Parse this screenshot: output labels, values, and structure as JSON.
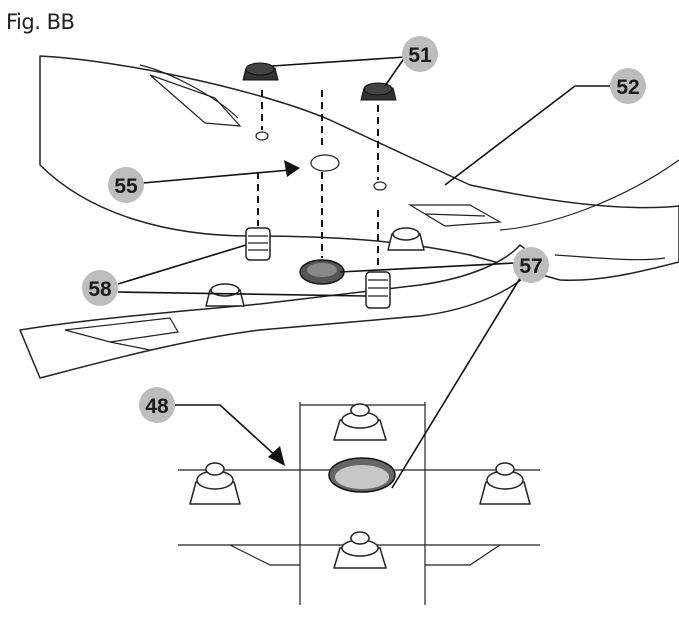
{
  "figure": {
    "label": "Fig. BB"
  },
  "callouts": [
    {
      "id": "51",
      "text": "51"
    },
    {
      "id": "52",
      "text": "52"
    },
    {
      "id": "55",
      "text": "55"
    },
    {
      "id": "57",
      "text": "57"
    },
    {
      "id": "58",
      "text": "58"
    },
    {
      "id": "48",
      "text": "48"
    }
  ],
  "colors": {
    "callout_fill": "#bdbdbd",
    "line": "#222222",
    "washer_dark": "#555555",
    "washer_light": "#c7c7c7"
  }
}
